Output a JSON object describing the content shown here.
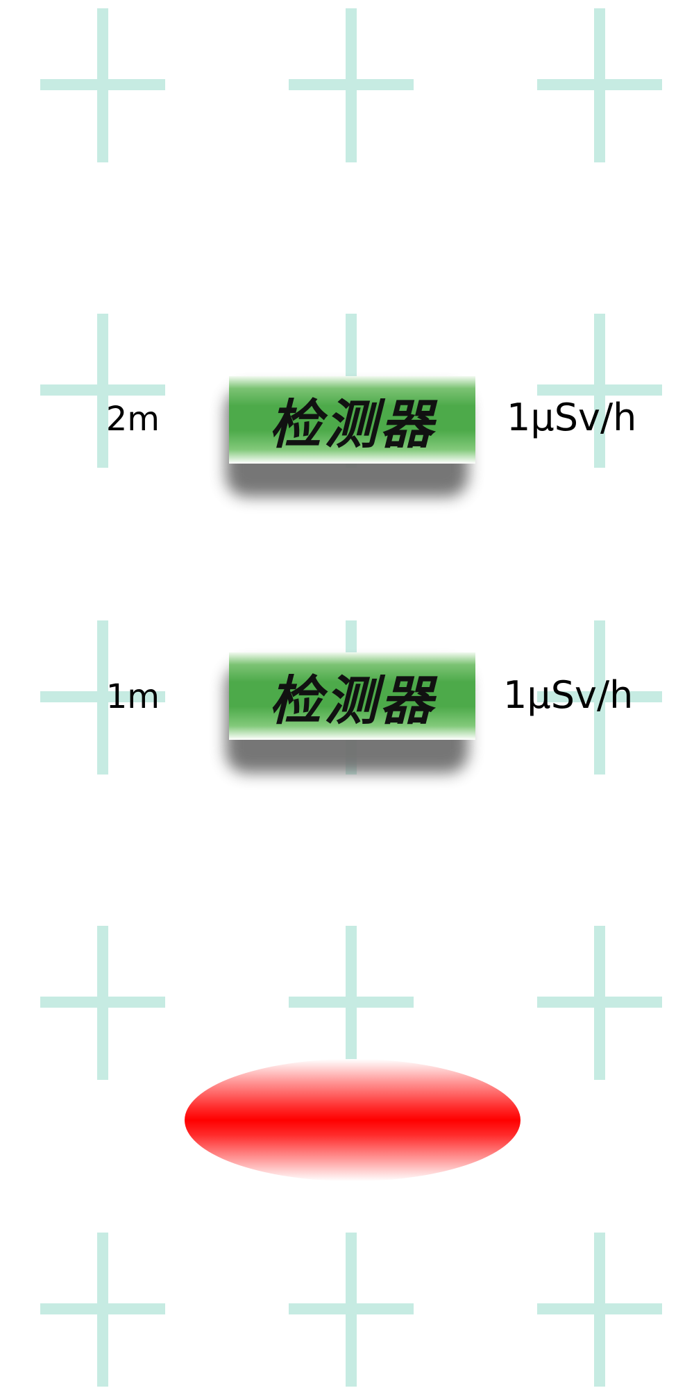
{
  "grid": {
    "color": "#c6ebe2"
  },
  "detectors": [
    {
      "label": "检测器",
      "distance": "2m",
      "reading": "1μSv/h"
    },
    {
      "label": "检测器",
      "distance": "1m",
      "reading": "1μSv/h"
    }
  ],
  "colors": {
    "detector_fill": "#4daa4a",
    "shadow": "#6f6f6f",
    "source_fill": "#ff0000"
  },
  "source": {
    "icon": "radiation-source-ellipse"
  }
}
